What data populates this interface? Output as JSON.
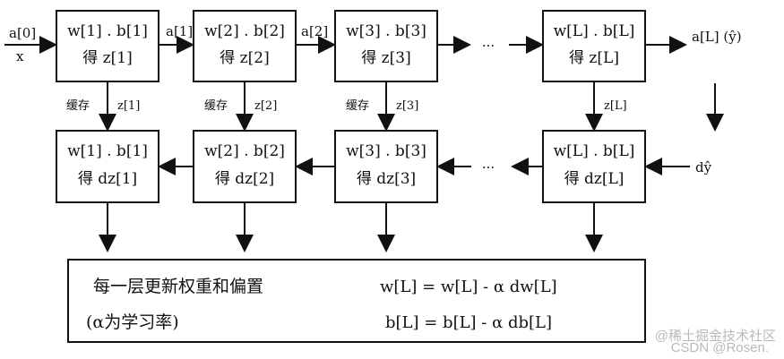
{
  "forward": {
    "input_top": "a[0]",
    "input_bottom": "x",
    "boxes": [
      {
        "line1": "w[1] . b[1]",
        "line2": "得 z[1]"
      },
      {
        "line1": "w[2] . b[2]",
        "line2": "得 z[2]"
      },
      {
        "line1": "w[3] . b[3]",
        "line2": "得 z[3]"
      },
      {
        "line1": "w[L] . b[L]",
        "line2": "得 z[L]"
      }
    ],
    "links": [
      "a[1]",
      "a[2]"
    ],
    "ellipsis": "···",
    "output": "a[L] (ŷ)"
  },
  "cache": {
    "label": "缓存",
    "values": [
      "z[1]",
      "z[2]",
      "z[3]",
      "z[L]"
    ]
  },
  "backward": {
    "input": "dŷ",
    "boxes": [
      {
        "line1": "w[1] . b[1]",
        "line2": "得 dz[1]"
      },
      {
        "line1": "w[2] . b[2]",
        "line2": "得 dz[2]"
      },
      {
        "line1": "w[3] . b[3]",
        "line2": "得 dz[3]"
      },
      {
        "line1": "w[L] . b[L]",
        "line2": "得 dz[L]"
      }
    ],
    "ellipsis": "···"
  },
  "update": {
    "title": "每一层更新权重和偏置",
    "note": "(α为学习率)",
    "formula_w": "w[L] = w[L] - α dw[L]",
    "formula_b": "b[L] = b[L] - α db[L]"
  },
  "watermark": {
    "line1": "@稀土掘金技术社区",
    "line2": "CSDN @Rosen."
  }
}
